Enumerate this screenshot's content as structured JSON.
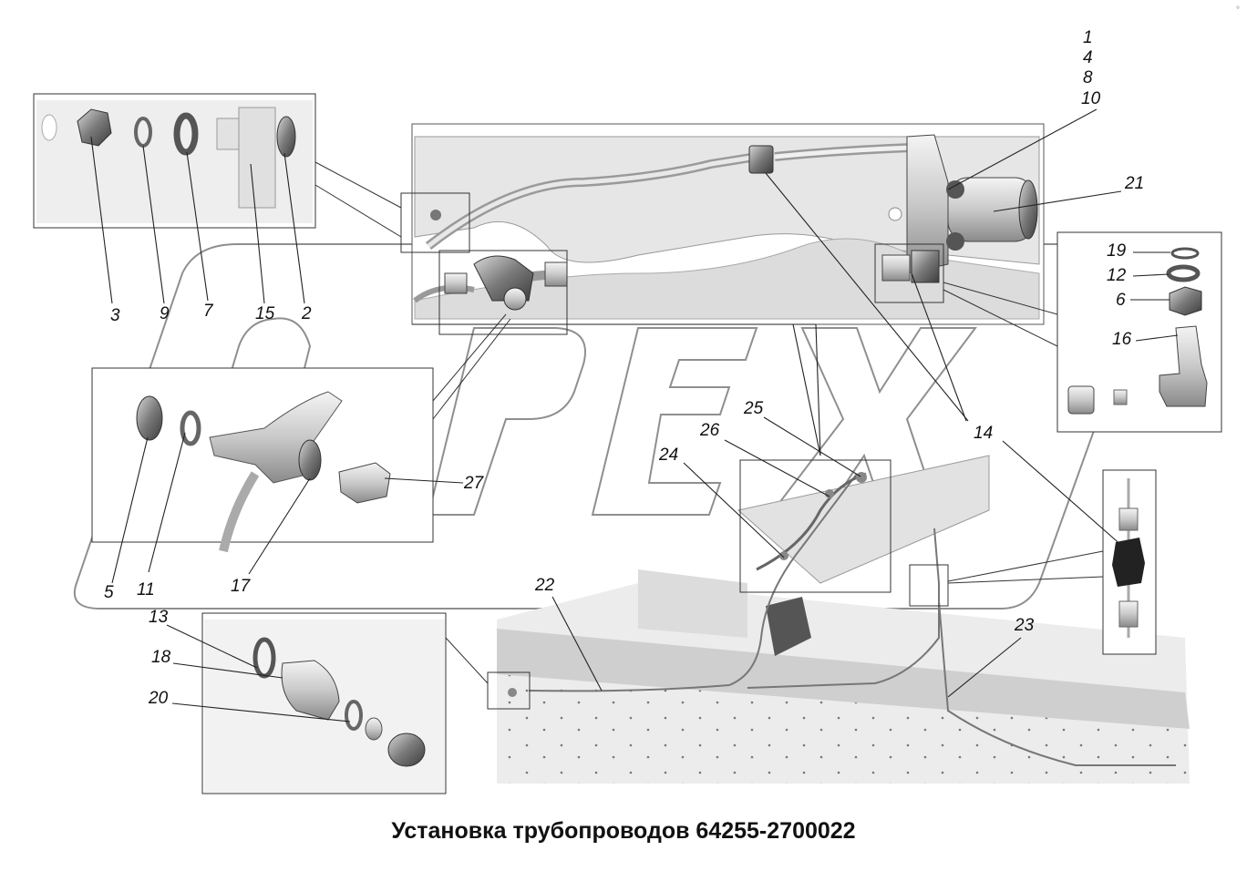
{
  "title": "Установка трубопроводов 64255-2700022",
  "watermark": "OPEX",
  "corner_mark": "°",
  "callouts": {
    "c1": "1",
    "c4": "4",
    "c8": "8",
    "c10": "10",
    "c21": "21",
    "c19": "19",
    "c12": "12",
    "c6": "6",
    "c16": "16",
    "c3": "3",
    "c9": "9",
    "c7": "7",
    "c15": "15",
    "c2": "2",
    "c25": "25",
    "c26": "26",
    "c24": "24",
    "c14": "14",
    "c27": "27",
    "c5": "5",
    "c11": "11",
    "c17": "17",
    "c22": "22",
    "c23": "23",
    "c13": "13",
    "c18": "18",
    "c20": "20"
  }
}
